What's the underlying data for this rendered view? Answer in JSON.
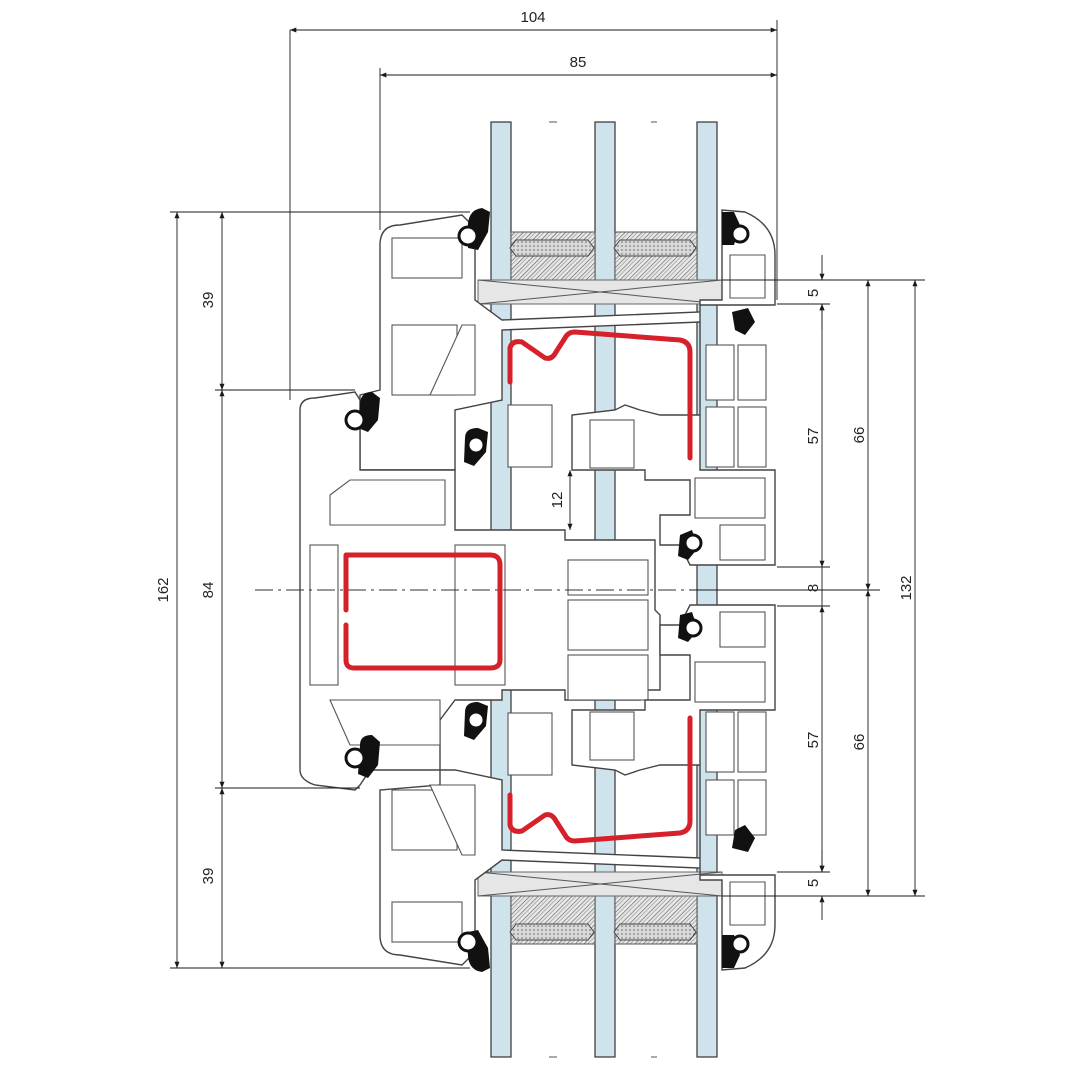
{
  "dimensions": {
    "overall_width": "104",
    "frame_width": "85",
    "total_height": "162",
    "mullion_height": "84",
    "top_frame_height": "39",
    "bottom_frame_height": "39",
    "sash_gap": "12",
    "glazing_top": "5",
    "glazing_bottom": "5",
    "sash_top_57": "57",
    "sash_bottom_57": "57",
    "sash_top_66": "66",
    "sash_bottom_66": "66",
    "center_gap": "8",
    "overall_132": "132"
  },
  "colors": {
    "reinforcement": "#d6202a",
    "glass": "#cfe3ec",
    "gasket": "#111111",
    "profile_outline": "#444444"
  }
}
